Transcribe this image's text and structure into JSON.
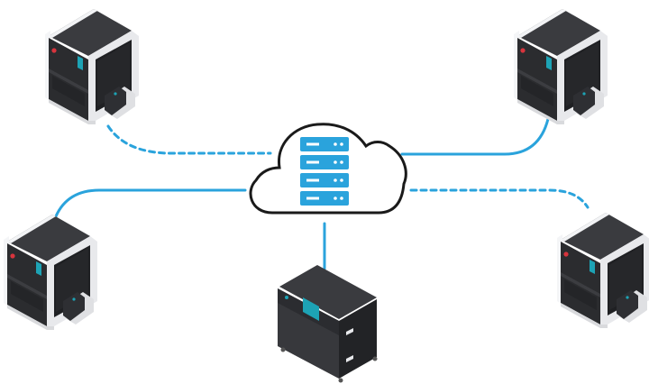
{
  "diagram": {
    "title": "",
    "colors": {
      "connection": "#2aa3dc",
      "cloud_outline": "#1a1a1a",
      "server_icon": "#2aa3dc",
      "device_body": "#2b2c2f",
      "device_shell": "#e8e9ec",
      "accent_screen": "#1da3b5",
      "status_led": "#d8343d"
    },
    "hub": {
      "id": "cloud",
      "type": "cloud-server",
      "server_units": 4
    },
    "nodes": [
      {
        "id": "printer-top-left",
        "type": "3d-printer"
      },
      {
        "id": "printer-top-right",
        "type": "3d-printer"
      },
      {
        "id": "printer-mid-left",
        "type": "3d-printer"
      },
      {
        "id": "printer-mid-right",
        "type": "3d-printer"
      },
      {
        "id": "industrial-unit-bottom",
        "type": "industrial-printer"
      }
    ],
    "edges": [
      {
        "from": "cloud",
        "to": "printer-top-left",
        "style": "dashed"
      },
      {
        "from": "cloud",
        "to": "printer-top-right",
        "style": "solid"
      },
      {
        "from": "cloud",
        "to": "printer-mid-left",
        "style": "solid"
      },
      {
        "from": "cloud",
        "to": "printer-mid-right",
        "style": "dashed"
      },
      {
        "from": "cloud",
        "to": "industrial-unit-bottom",
        "style": "solid"
      }
    ]
  }
}
